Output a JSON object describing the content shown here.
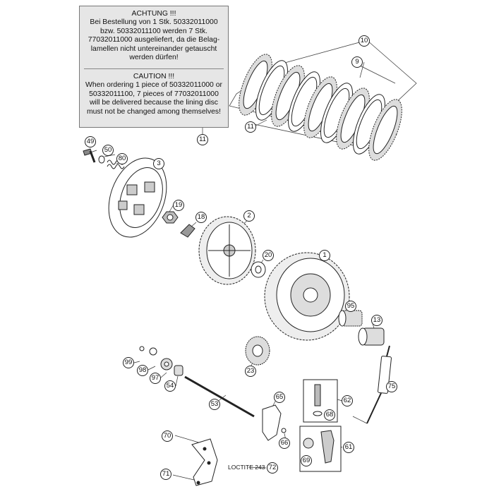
{
  "note": {
    "de_header": "ACHTUNG !!!",
    "de_body": "Bei Bestellung von 1 Stk. 50332011000\nbzw. 50332011100 werden 7 Stk.\n77032011000 ausgeliefert, da die Belag-\nlamellen nicht untereinander getauscht\nwerden dürfen!",
    "en_header": "CAUTION !!!",
    "en_body": "When ordering 1 piece of 50332011000 or\n50332011100, 7 pieces of 77032011000\nwill be delivered because the lining disc\nmust not be changed among themselves!"
  },
  "callouts": {
    "c10": "10",
    "c9": "9",
    "c11a": "11",
    "c11b": "11",
    "c49": "49",
    "c50": "50",
    "c80": "80",
    "c3": "3",
    "c19": "19",
    "c18": "18",
    "c2": "2",
    "c20": "20",
    "c1": "1",
    "c95": "95",
    "c13": "13",
    "c99": "99",
    "c98": "98",
    "c97": "97",
    "c54": "54",
    "c23": "23",
    "c75": "75",
    "c53": "53",
    "c65": "65",
    "c62": "62",
    "c68": "68",
    "c66": "66",
    "c70": "70",
    "c61": "61",
    "c69": "69",
    "c71": "71",
    "c72": "72"
  },
  "loctite_label": "LOCTITE 243",
  "colors": {
    "line": "#222222",
    "box_fill": "#e6e6e6",
    "part_fill": "#d9d9d9",
    "dark": "#555555"
  }
}
